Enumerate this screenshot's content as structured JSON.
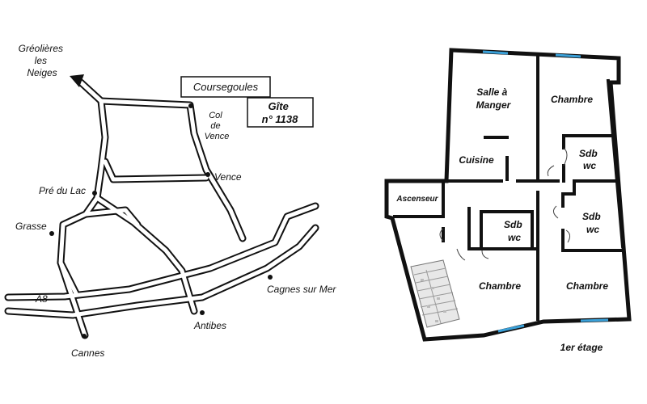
{
  "map": {
    "labels": {
      "greolieres": [
        "Gréolières",
        "les",
        "Neiges"
      ],
      "coursegoules": "Coursegoules",
      "gite": [
        "Gîte",
        "n° 1138"
      ],
      "col_de_vence": [
        "Col",
        "de",
        "Vence"
      ],
      "vence": "Vence",
      "pre_du_lac": "Pré du Lac",
      "grasse": "Grasse",
      "a8": "A8",
      "cagnes": "Cagnes sur Mer",
      "antibes": "Antibes",
      "cannes": "Cannes"
    }
  },
  "plan": {
    "rooms": {
      "salle_a_manger": [
        "Salle à",
        "Manger"
      ],
      "chambre_top": "Chambre",
      "cuisine": "Cuisine",
      "sdb_top": [
        "Sdb",
        "wc"
      ],
      "ascenseur": "Ascenseur",
      "sdb_mid_left": [
        "Sdb",
        "wc"
      ],
      "sdb_mid_right": [
        "Sdb",
        "wc"
      ],
      "chambre_bottom_left": "Chambre",
      "chambre_bottom_right": "Chambre"
    },
    "floor_label": "1er étage",
    "window_color": "#3aa0d8"
  }
}
